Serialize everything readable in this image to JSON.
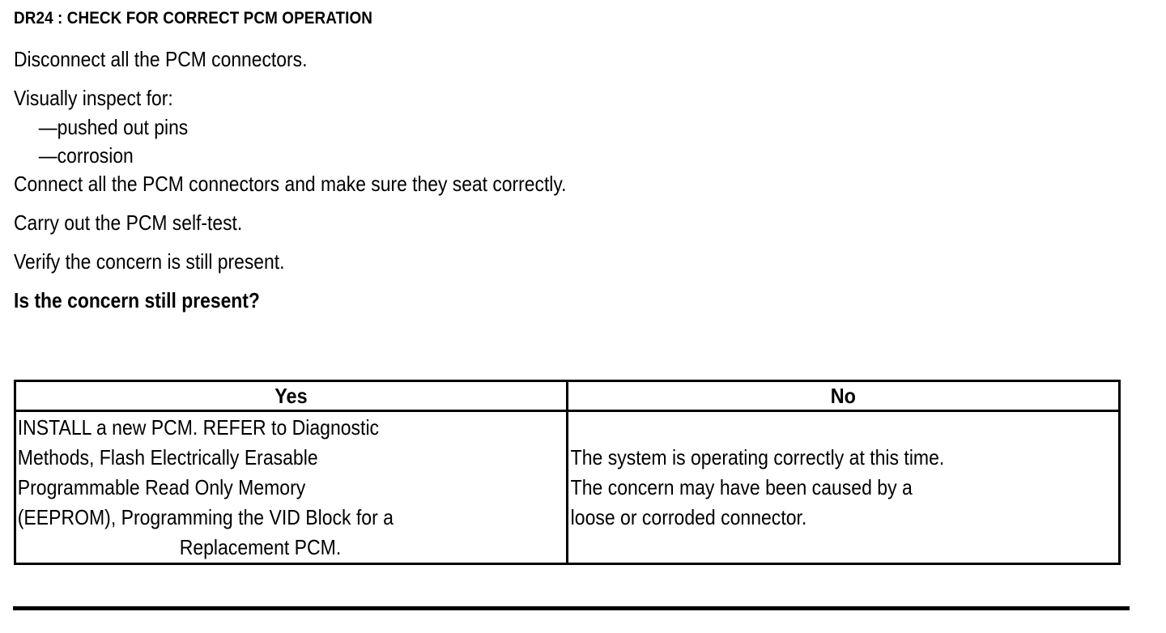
{
  "document": {
    "step_title": "DR24 : CHECK FOR CORRECT PCM OPERATION",
    "instructions": [
      {
        "text": "Disconnect all the PCM connectors.",
        "style": "normal"
      },
      {
        "text": "Visually inspect for:",
        "style": "normal-tight"
      },
      {
        "text": "—pushed out pins",
        "style": "sub"
      },
      {
        "text": "—corrosion",
        "style": "sub"
      },
      {
        "text": "Connect all the PCM connectors and make sure they seat correctly.",
        "style": "normal"
      },
      {
        "text": "Carry out the PCM self-test.",
        "style": "normal"
      },
      {
        "text": "Verify the concern is still present.",
        "style": "normal"
      },
      {
        "text": "Is the concern still present?",
        "style": "bold"
      }
    ],
    "decision_table": {
      "headers": [
        "Yes",
        "No"
      ],
      "cells": {
        "yes": {
          "lines": [
            "INSTALL a new PCM. REFER to Diagnostic",
            "Methods, Flash Electrically Erasable",
            "Programmable Read Only Memory",
            "(EEPROM), Programming the VID Block for a",
            "Replacement PCM."
          ],
          "last_line_centered": true
        },
        "no": {
          "lines": [
            "The system is operating correctly at this time.",
            "The concern may have been caused by a",
            "loose or corroded connector."
          ],
          "last_line_centered": false
        }
      }
    },
    "colors": {
      "ink": "#000000",
      "paper": "#ffffff"
    }
  }
}
